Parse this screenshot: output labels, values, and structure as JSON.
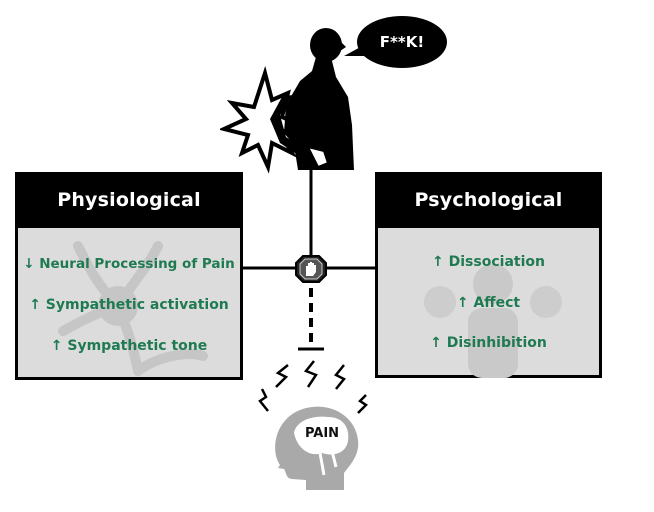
{
  "speech_bubble": {
    "text": "F**K!"
  },
  "physiological": {
    "title": "Physiological",
    "items": [
      "↓ Neural Processing of Pain",
      "↑ Sympathetic activation",
      "↑ Sympathetic tone"
    ]
  },
  "psychological": {
    "title": "Psychological",
    "items": [
      "↑ Dissociation",
      "↑ Affect",
      "↑ Disinhibition"
    ]
  },
  "brain": {
    "label": "PAIN"
  },
  "colors": {
    "item_text": "#1f7a52",
    "box_fill": "#dcdcdc",
    "brain_fill": "#a9a9a9"
  }
}
